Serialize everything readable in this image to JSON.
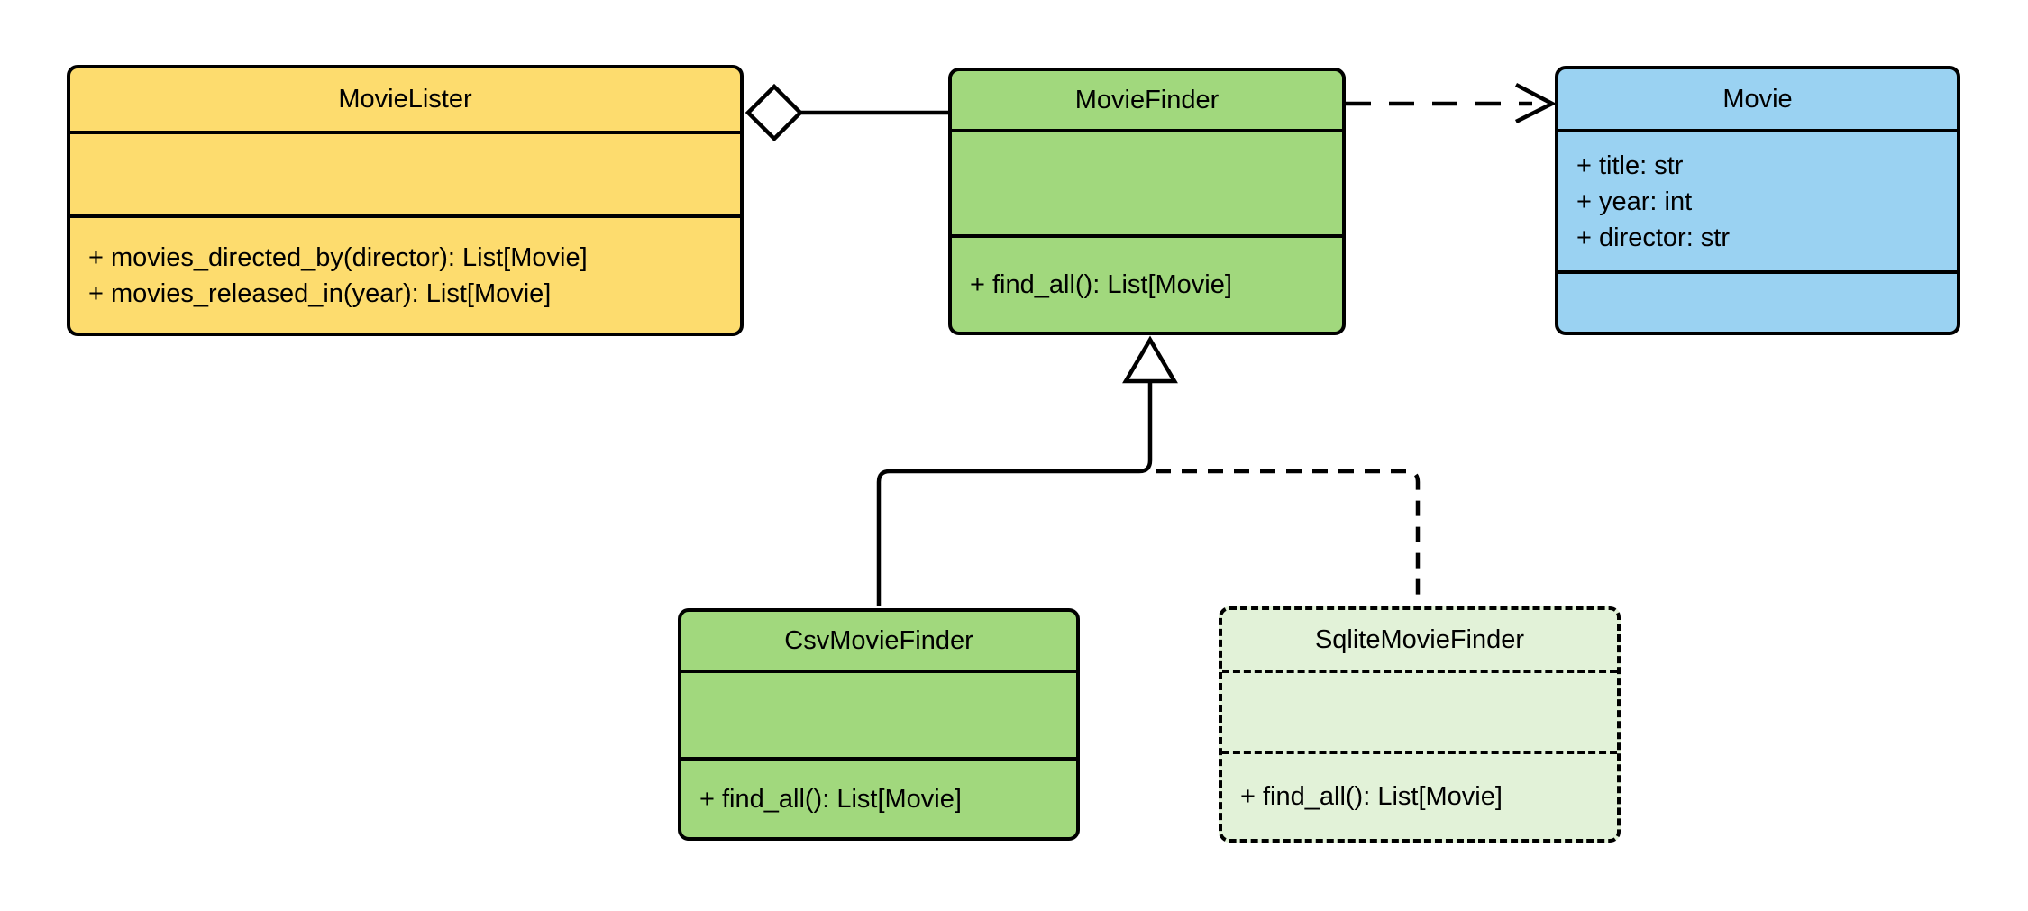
{
  "diagram": {
    "kind": "uml-class-diagram",
    "classes": [
      {
        "id": "movielister",
        "name": "MovieLister",
        "attributes": [],
        "methods": [
          "+ movies_directed_by(director): List[Movie]",
          "+ movies_released_in(year): List[Movie]"
        ],
        "fill": "#FDDC6E",
        "border_style": "solid"
      },
      {
        "id": "moviefinder",
        "name": "MovieFinder",
        "attributes": [],
        "methods": [
          "+ find_all(): List[Movie]"
        ],
        "fill": "#A1D87D",
        "border_style": "solid"
      },
      {
        "id": "movie",
        "name": "Movie",
        "attributes": [
          "+ title: str",
          "+ year: int",
          "+ director: str"
        ],
        "methods": [],
        "fill": "#9AD2F2",
        "border_style": "solid"
      },
      {
        "id": "csvmoviefinder",
        "name": "CsvMovieFinder",
        "attributes": [],
        "methods": [
          "+ find_all(): List[Movie]"
        ],
        "fill": "#A1D87D",
        "border_style": "solid"
      },
      {
        "id": "sqlitemoviefinder",
        "name": "SqliteMovieFinder",
        "attributes": [],
        "methods": [
          "+ find_all(): List[Movie]"
        ],
        "fill": "#E2F2D8",
        "border_style": "dashed"
      }
    ],
    "relationships": [
      {
        "type": "aggregation",
        "from": "MovieLister",
        "to": "MovieFinder",
        "line": "solid",
        "marker": "hollow-diamond"
      },
      {
        "type": "dependency",
        "from": "MovieFinder",
        "to": "Movie",
        "line": "dashed",
        "marker": "open-arrow"
      },
      {
        "type": "inheritance",
        "from": "CsvMovieFinder",
        "to": "MovieFinder",
        "line": "solid",
        "marker": "hollow-triangle"
      },
      {
        "type": "inheritance",
        "from": "SqliteMovieFinder",
        "to": "MovieFinder",
        "line": "dashed",
        "marker": "hollow-triangle"
      }
    ],
    "colors": {
      "stroke": "#000000",
      "background": "#FFFFFF",
      "marker_fill": "#FFFFFF"
    }
  }
}
